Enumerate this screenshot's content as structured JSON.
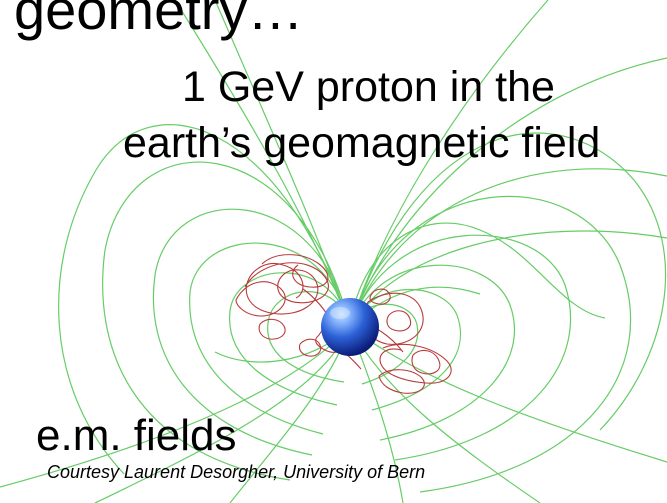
{
  "slide": {
    "title_fragment": "geometry…",
    "caption_line_1": "1 GeV proton in the",
    "caption_line_2": "earth’s geomagnetic field",
    "em_label": "e.m. fields",
    "credit": "Courtesy Laurent Desorgher, University of Bern"
  },
  "colors": {
    "background": "#ffffff",
    "field_lines": "#66cc66",
    "trajectory": "#b83b3b",
    "earth_light": "#8cb8ff",
    "earth_mid": "#2d63d8",
    "earth_dark": "#0b1d7a"
  }
}
